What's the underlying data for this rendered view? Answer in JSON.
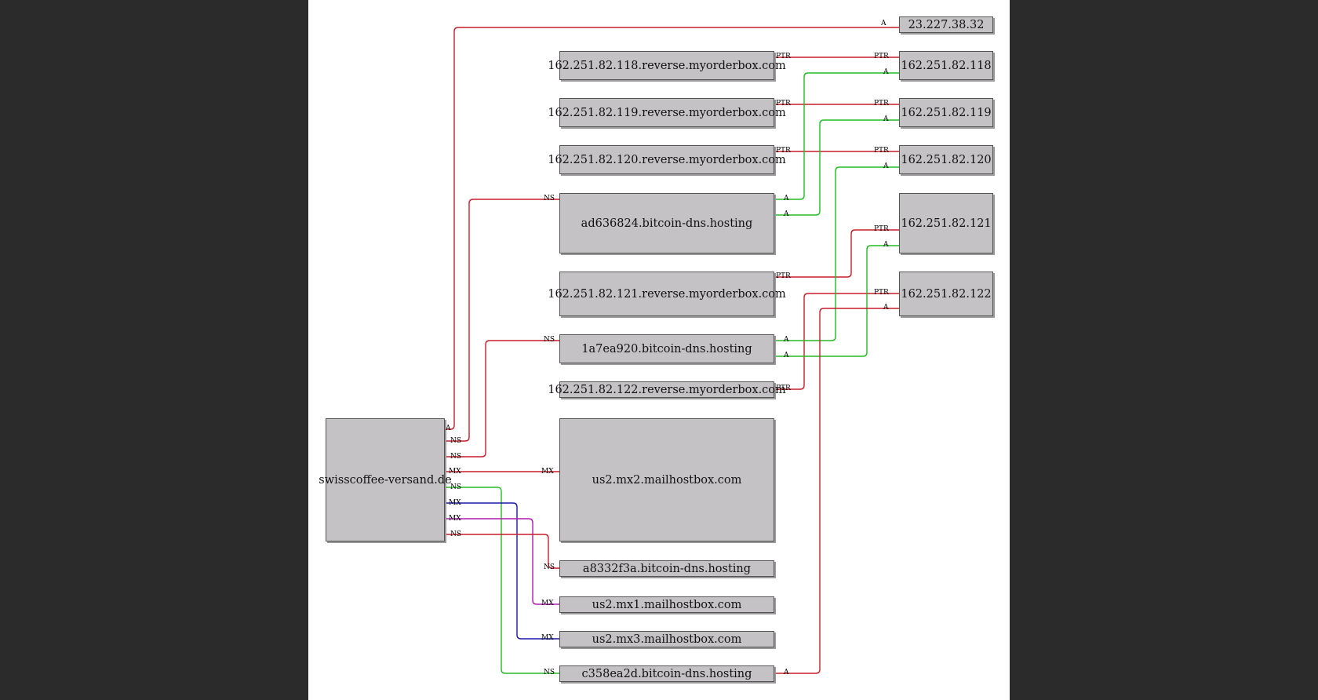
{
  "nodes": {
    "ip_23": "23.227.38.32",
    "ip_118": "162.251.82.118",
    "ip_119": "162.251.82.119",
    "ip_120": "162.251.82.120",
    "ip_121": "162.251.82.121",
    "ip_122": "162.251.82.122",
    "rev_118": "162.251.82.118.reverse.myorderbox.com",
    "rev_119": "162.251.82.119.reverse.myorderbox.com",
    "rev_120": "162.251.82.120.reverse.myorderbox.com",
    "rev_121": "162.251.82.121.reverse.myorderbox.com",
    "rev_122": "162.251.82.122.reverse.myorderbox.com",
    "ns_ad6": "ad636824.bitcoin-dns.hosting",
    "ns_1a7": "1a7ea920.bitcoin-dns.hosting",
    "ns_a83": "a8332f3a.bitcoin-dns.hosting",
    "ns_c35": "c358ea2d.bitcoin-dns.hosting",
    "mx2": "us2.mx2.mailhostbox.com",
    "mx1": "us2.mx1.mailhostbox.com",
    "mx3": "us2.mx3.mailhostbox.com",
    "domain": "swisscoffee-versand.de"
  },
  "edges": [
    {
      "from": "swisscoffee-versand.de",
      "to": "23.227.38.32",
      "type": "A"
    },
    {
      "from": "swisscoffee-versand.de",
      "to": "ad636824.bitcoin-dns.hosting",
      "type": "NS"
    },
    {
      "from": "swisscoffee-versand.de",
      "to": "1a7ea920.bitcoin-dns.hosting",
      "type": "NS"
    },
    {
      "from": "swisscoffee-versand.de",
      "to": "us2.mx2.mailhostbox.com",
      "type": "MX"
    },
    {
      "from": "swisscoffee-versand.de",
      "to": "c358ea2d.bitcoin-dns.hosting",
      "type": "NS"
    },
    {
      "from": "swisscoffee-versand.de",
      "to": "us2.mx3.mailhostbox.com",
      "type": "MX"
    },
    {
      "from": "swisscoffee-versand.de",
      "to": "us2.mx1.mailhostbox.com",
      "type": "MX"
    },
    {
      "from": "swisscoffee-versand.de",
      "to": "a8332f3a.bitcoin-dns.hosting",
      "type": "NS"
    },
    {
      "from": "162.251.82.118.reverse.myorderbox.com",
      "to": "162.251.82.118",
      "type": "PTR"
    },
    {
      "from": "162.251.82.119.reverse.myorderbox.com",
      "to": "162.251.82.119",
      "type": "PTR"
    },
    {
      "from": "162.251.82.120.reverse.myorderbox.com",
      "to": "162.251.82.120",
      "type": "PTR"
    },
    {
      "from": "162.251.82.121.reverse.myorderbox.com",
      "to": "162.251.82.121",
      "type": "PTR"
    },
    {
      "from": "162.251.82.122.reverse.myorderbox.com",
      "to": "162.251.82.122",
      "type": "PTR"
    },
    {
      "from": "ad636824.bitcoin-dns.hosting",
      "to": "162.251.82.118",
      "type": "A"
    },
    {
      "from": "ad636824.bitcoin-dns.hosting",
      "to": "162.251.82.119",
      "type": "A"
    },
    {
      "from": "1a7ea920.bitcoin-dns.hosting",
      "to": "162.251.82.120",
      "type": "A"
    },
    {
      "from": "1a7ea920.bitcoin-dns.hosting",
      "to": "162.251.82.121",
      "type": "A"
    },
    {
      "from": "c358ea2d.bitcoin-dns.hosting",
      "to": "162.251.82.122",
      "type": "A"
    }
  ],
  "colors": {
    "red": "#c81e2a",
    "green": "#22bb22",
    "blue": "#1a1aa6",
    "magenta": "#b01ab0"
  }
}
